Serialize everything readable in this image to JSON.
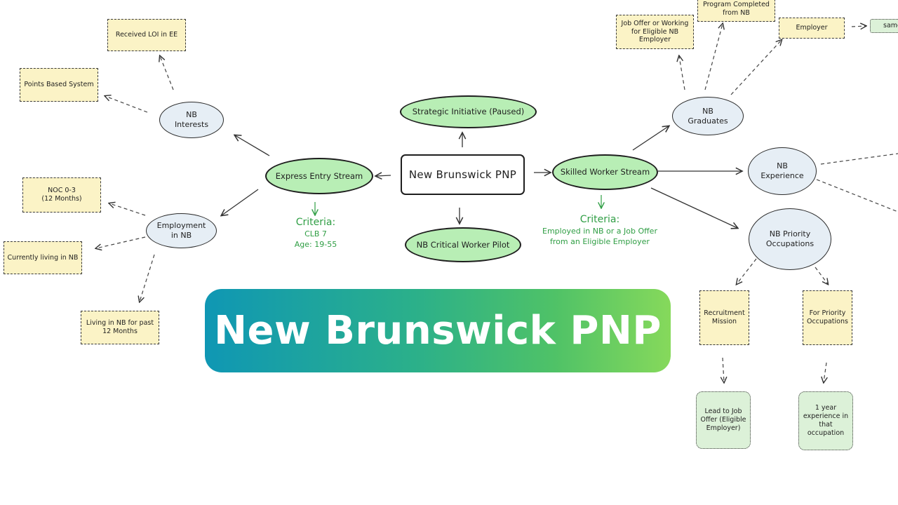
{
  "center": "New Brunswick PNP",
  "top_node": "Strategic Initiative (Paused)",
  "bottom_node": "NB Critical Worker Pilot",
  "express_entry": {
    "label": "Express Entry Stream",
    "criteria_heading": "Criteria:",
    "criteria_lines": [
      "CLB 7",
      "Age: 19-55"
    ]
  },
  "skilled_worker": {
    "label": "Skilled Worker Stream",
    "criteria_heading": "Criteria:",
    "criteria_lines": [
      "Employed in NB or a Job Offer",
      "from an Eligible Employer"
    ]
  },
  "nb_interests": {
    "label_lines": [
      "NB",
      "Interests"
    ],
    "notes": {
      "loi": "Received LOI in EE",
      "points": "Points Based System"
    }
  },
  "employment_in_nb": {
    "label_lines": [
      "Employment",
      "in NB"
    ],
    "notes": {
      "noc_lines": [
        "NOC 0-3",
        "(12 Months)"
      ],
      "living": "Currently living in NB",
      "past_lines": [
        "Living in NB for past",
        "12 Months"
      ]
    }
  },
  "nb_graduates": {
    "label_lines": [
      "NB",
      "Graduates"
    ],
    "notes": {
      "job_offer_lines": [
        "Job Offer or Working",
        "for Eligible NB",
        "Employer"
      ],
      "program_lines": [
        "Program Completed",
        "from NB"
      ],
      "employer": "Employer",
      "same": "same"
    }
  },
  "nb_experience": {
    "label_lines": [
      "NB",
      "Experience"
    ]
  },
  "nb_priority": {
    "label_lines": [
      "NB Priority",
      "Occupations"
    ],
    "notes": {
      "recruitment_lines": [
        "Recruitment",
        "Mission"
      ],
      "for_priority_lines": [
        "For Priority",
        "Occupations"
      ],
      "lead_lines": [
        "Lead to Job",
        "Offer (Eligible",
        "Employer)"
      ],
      "experience_lines": [
        "1 year",
        "experience in",
        "that",
        "occupation"
      ]
    }
  },
  "banner_title": "New Brunswick PNP",
  "colors": {
    "node_green": "#b8eeb5",
    "node_blue": "#e6eef5",
    "note_yellow": "#fbf3c6",
    "note_green": "#dcf1d8",
    "criteria_text": "#2f9e44"
  }
}
